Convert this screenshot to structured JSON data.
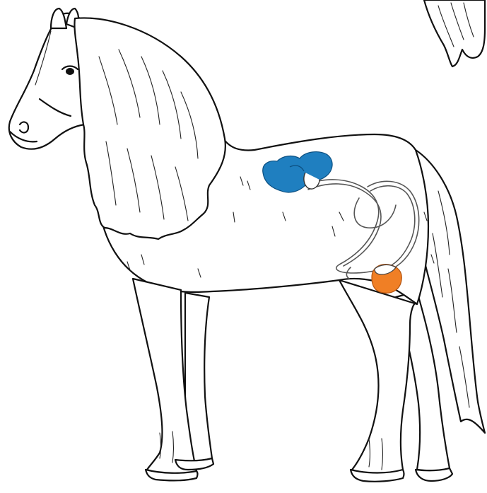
{
  "diagram": {
    "subject": "horse",
    "organs": [
      {
        "name": "kidney",
        "color": "#1f7fc0"
      },
      {
        "name": "bladder",
        "color": "#f07f25"
      }
    ],
    "colors": {
      "outline": "#111111",
      "background": "#ffffff",
      "tract": "#777777"
    }
  }
}
